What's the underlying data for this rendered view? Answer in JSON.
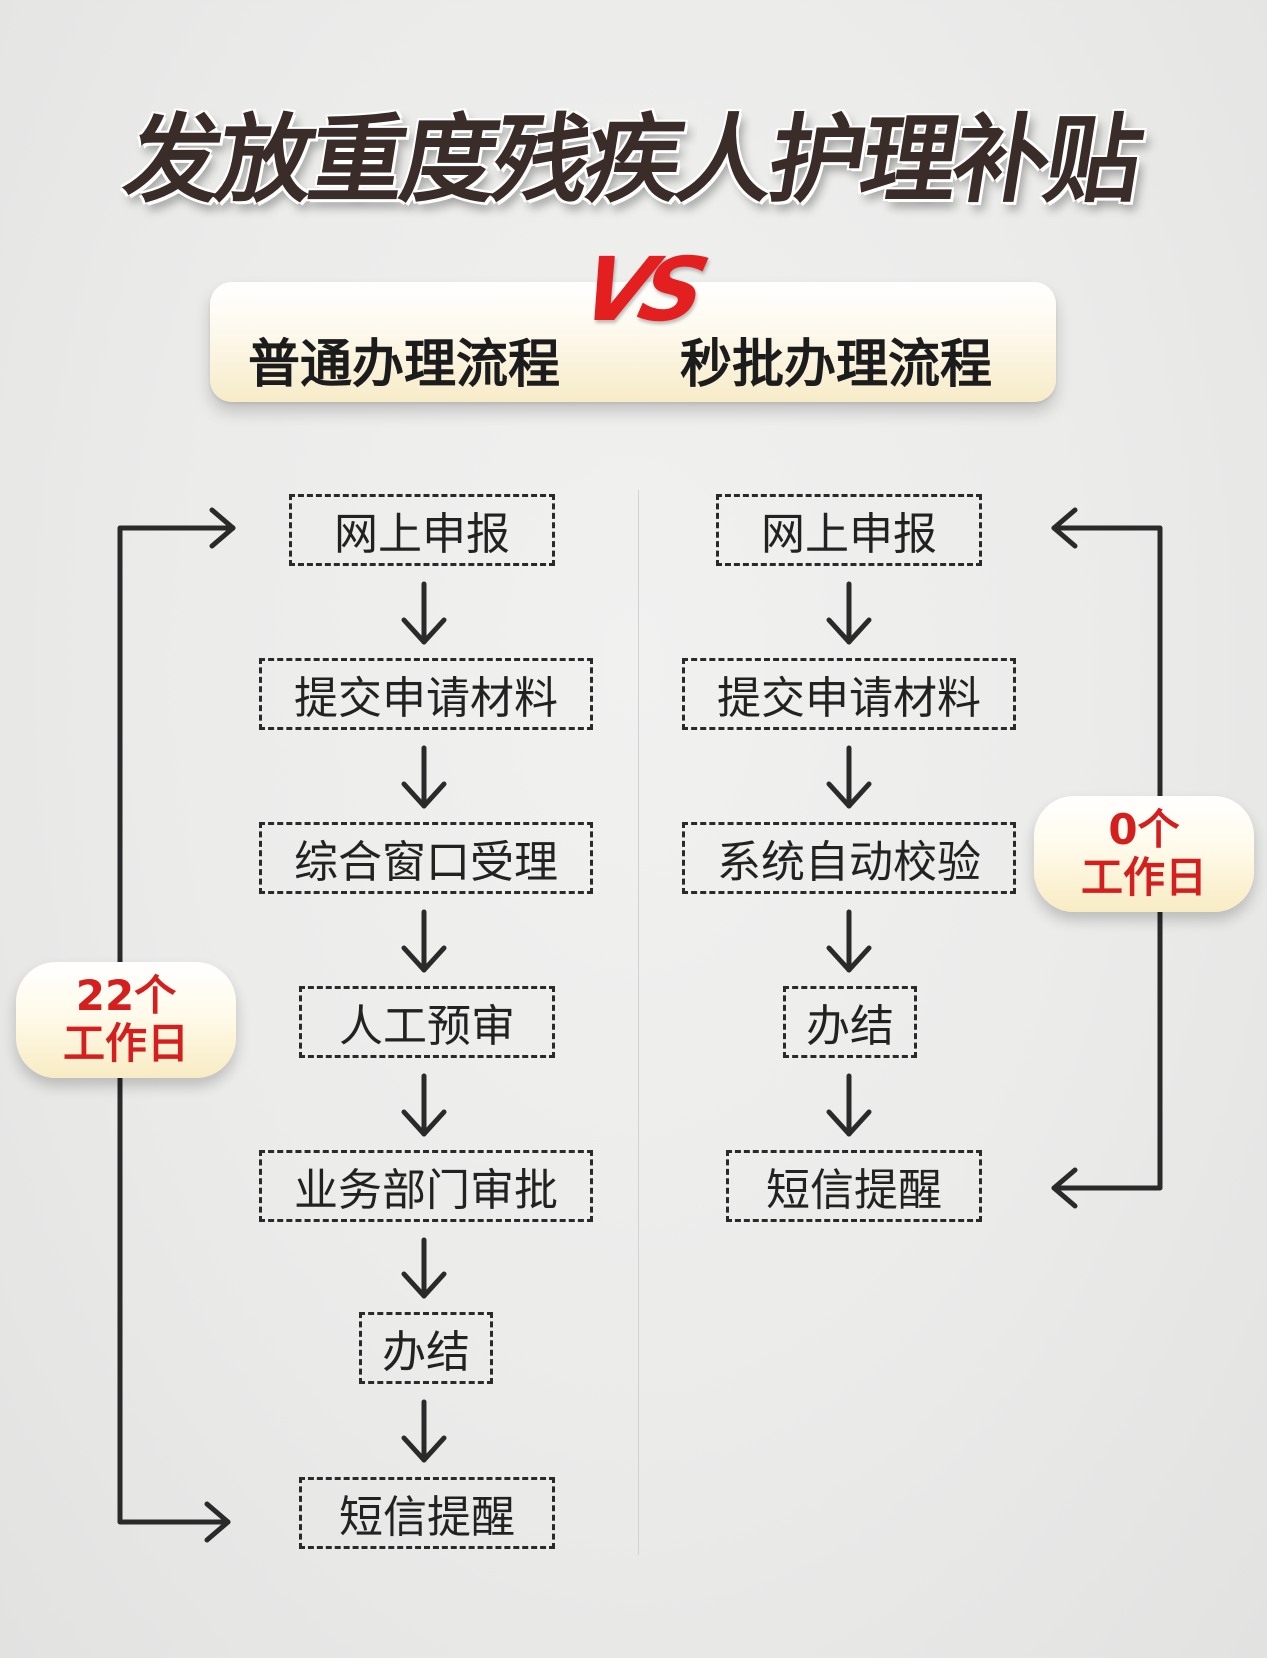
{
  "title": "发放重度残疾人护理补贴",
  "banner": {
    "left": "普通办理流程",
    "vs": "VS",
    "right": "秒批办理流程"
  },
  "normal_flow": {
    "steps": [
      "网上申报",
      "提交申请材料",
      "综合窗口受理",
      "人工预审",
      "业务部门审批",
      "办结",
      "短信提醒"
    ],
    "duration": {
      "count": "22个",
      "unit": "工作日"
    }
  },
  "quick_flow": {
    "steps": [
      "网上申报",
      "提交申请材料",
      "系统自动校验",
      "办结",
      "短信提醒"
    ],
    "duration": {
      "count": "0个",
      "unit": "工作日"
    }
  },
  "colors": {
    "title": "#3a2c28",
    "accent_red": "#e41f1f",
    "box_border": "#2a2a2a",
    "badge_fill": "#f8ecc4"
  }
}
